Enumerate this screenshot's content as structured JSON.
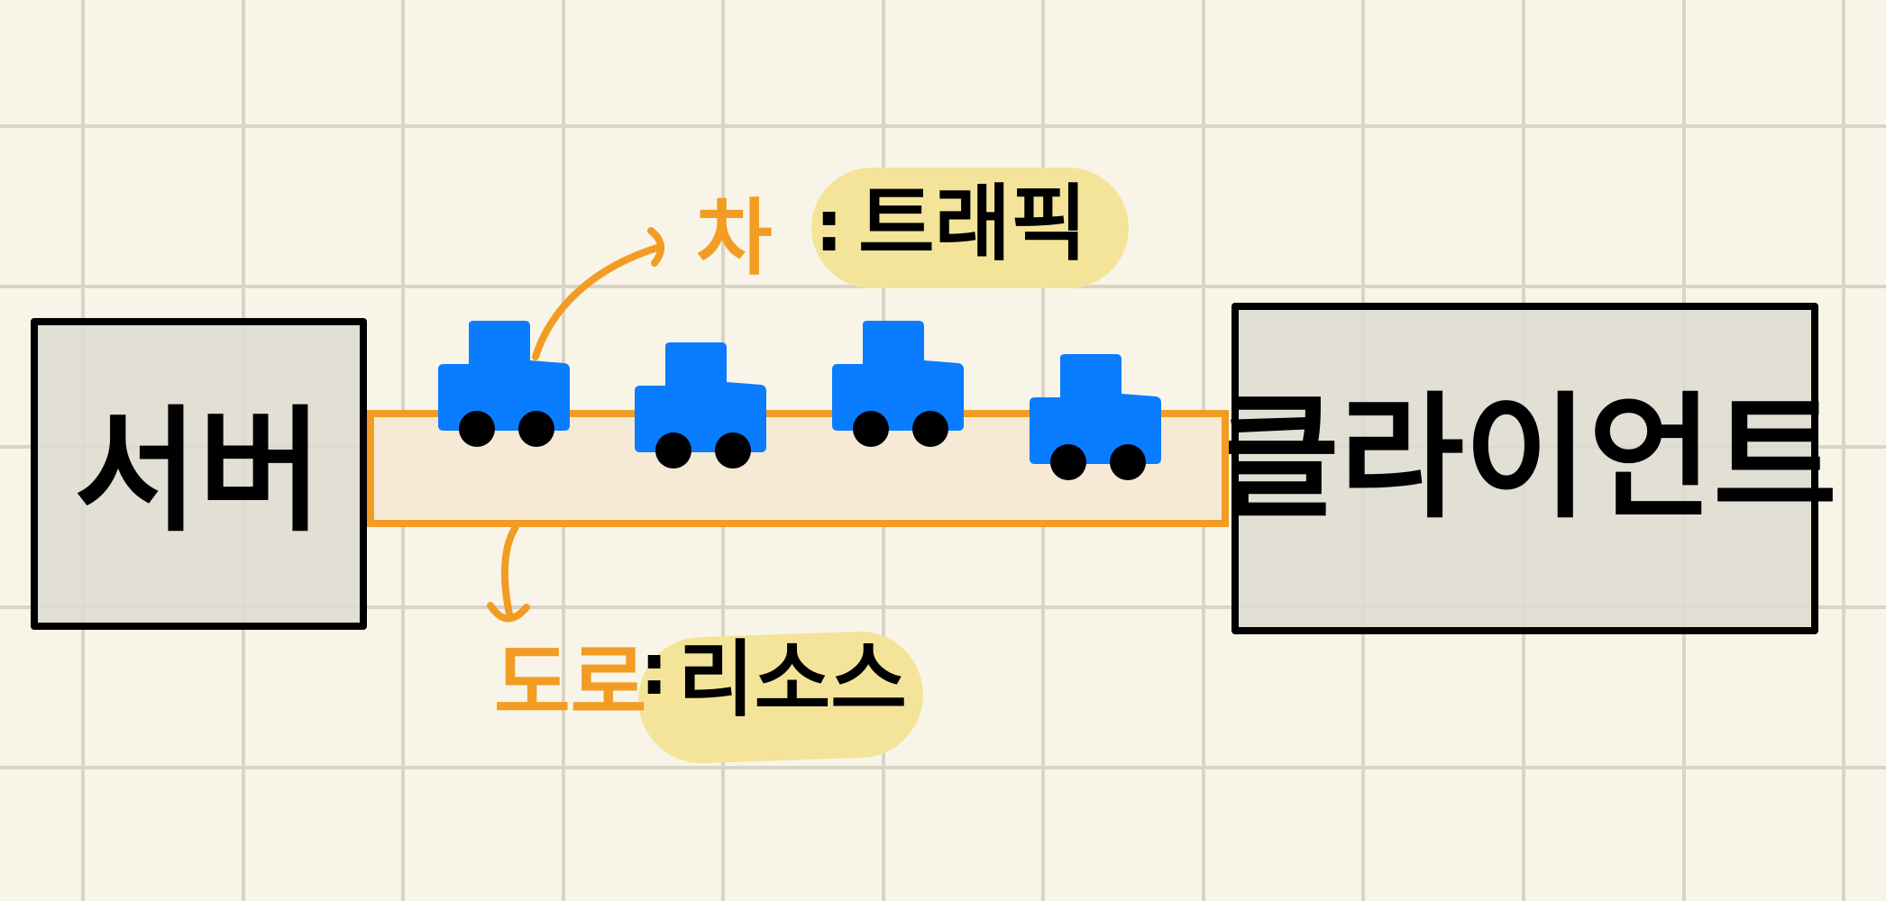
{
  "server": {
    "label": "서버"
  },
  "client": {
    "label": "클라이언트"
  },
  "road": {
    "label": "도로",
    "meaning": "리소스"
  },
  "car": {
    "label": "차",
    "meaning": "트래픽"
  },
  "separator": ":",
  "colors": {
    "background": "#f8f5e8",
    "grid": "#d8d5c6",
    "box_fill": "#dedbd0",
    "box_stroke": "#000000",
    "road_stroke": "#f39c23",
    "road_fill": "#f6ead6",
    "annotation": "#f39c23",
    "highlight": "#f4e49a",
    "car_body": "#0a7cff",
    "wheel": "#000000"
  },
  "icons": {
    "car": "car-icon",
    "arrow": "curved-arrow-icon"
  }
}
